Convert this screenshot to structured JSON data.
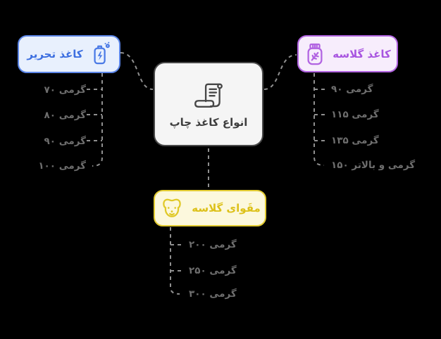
{
  "app": {
    "background_color": "#000000",
    "connector_color": "#8f8f8f",
    "item_text_color": "#6e6e6e"
  },
  "center": {
    "label": "انواع کاغذ چاپ",
    "icon": "paper-scroll-icon",
    "fill": "#f5f5f5",
    "border_color": "#4a4a4a",
    "text_color": "#3e3e3e"
  },
  "branches": {
    "tahrir": {
      "label": "کاغذ تحریر",
      "icon": "battery-charging-icon",
      "border_color": "#5c86e8",
      "fill": "#e8f0fd",
      "text_color": "#3d6fe0",
      "items": [
        "۷۰ گرمی",
        "۸۰ گرمی",
        "۹۰ گرمی",
        "۱۰۰ گرمی"
      ]
    },
    "glasse": {
      "label": "کاغذ گلاسه",
      "icon": "jar-herb-icon",
      "border_color": "#b264e2",
      "fill": "#f7edfc",
      "text_color": "#a855e0",
      "items": [
        "۹۰ گرمی",
        "۱۱۵ گرمی",
        "۱۳۵ گرمی",
        "۱۵۰ گرمی و بالاتر"
      ]
    },
    "moghavva": {
      "label": "مقَوای گلاسه",
      "icon": "dog-face-icon",
      "border_color": "#e4cd33",
      "fill": "#fcf8dd",
      "text_color": "#ddc11a",
      "items": [
        "۲۰۰ گرمی",
        "۲۵۰ گرمی",
        "۳۰۰ گرمی"
      ]
    }
  }
}
